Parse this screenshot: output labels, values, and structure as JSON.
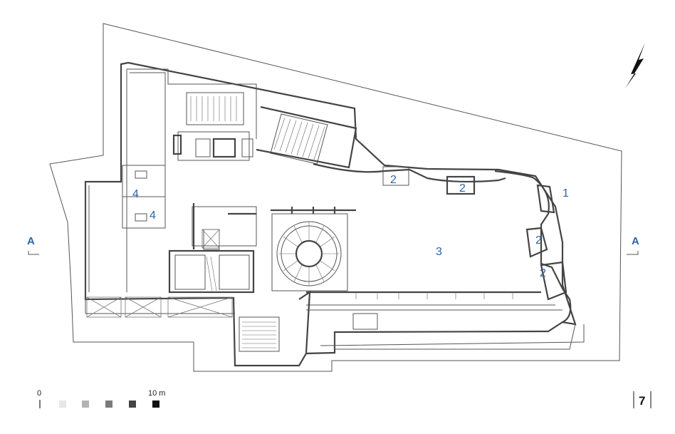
{
  "rooms": [
    {
      "label": "1"
    },
    {
      "label": "2"
    },
    {
      "label": "2"
    },
    {
      "label": "2"
    },
    {
      "label": "2"
    },
    {
      "label": "3"
    },
    {
      "label": "4"
    },
    {
      "label": "4"
    }
  ],
  "section_markers": {
    "left": "A",
    "right": "A"
  },
  "scale_bar": {
    "start_label": "0",
    "end_label": "10 m",
    "swatch_colors": [
      "#e6e6e6",
      "#b3b3b3",
      "#7a7a7a",
      "#444444",
      "#111111"
    ]
  },
  "page_number": "7",
  "colors": {
    "label": "#2f63a8",
    "lines": "#555555",
    "background": "#ffffff"
  },
  "north_arrow": {
    "icon": "north-arrow-icon"
  }
}
